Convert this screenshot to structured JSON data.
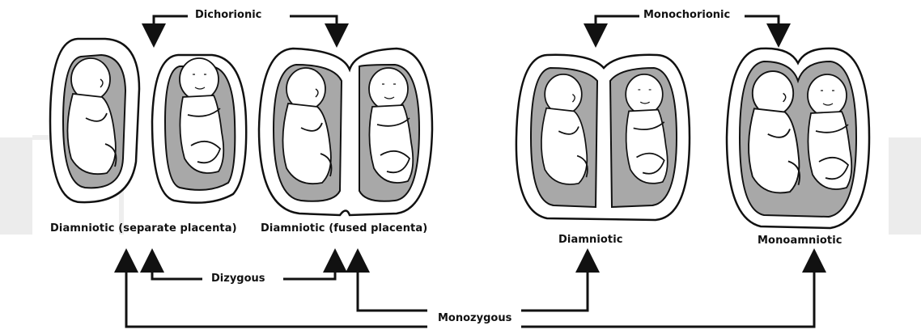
{
  "groups": {
    "dichorionic": "Dichorionic",
    "monochorionic": "Monochorionic",
    "dizygous": "Dizygous",
    "monozygous": "Monozygous"
  },
  "panels": {
    "separate_placenta": "Diamniotic (separate placenta)",
    "fused_placenta": "Diamniotic (fused placenta)",
    "mono_diamniotic": "Diamniotic",
    "monoamniotic": "Monoamniotic"
  },
  "colors": {
    "sac_fill": "#a8a8a8",
    "outline": "#111111",
    "background": "#ffffff",
    "watermark": "#e6e6e6"
  }
}
